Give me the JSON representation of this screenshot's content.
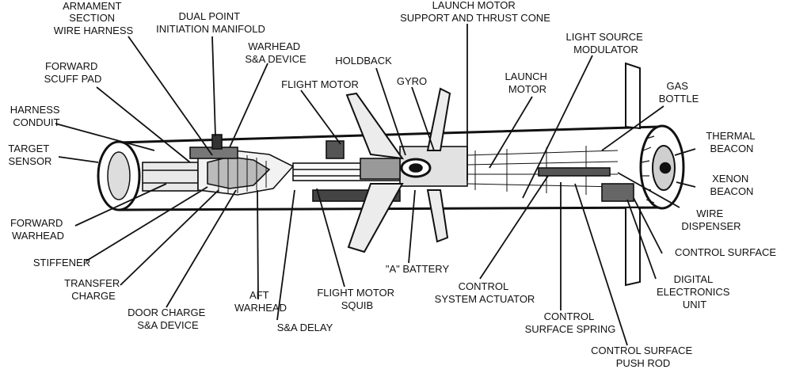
{
  "labels": {
    "armament_section": [
      "ARMAMENT",
      "SECTION",
      "WIRE HARNESS"
    ],
    "dual_point": [
      "DUAL POINT",
      "INITIATION MANIFOLD"
    ],
    "launch_motor_support": [
      "LAUNCH MOTOR",
      "SUPPORT AND THRUST CONE"
    ],
    "light_source": [
      "LIGHT SOURCE",
      "MODULATOR"
    ],
    "forward_scuff_pad": [
      "FORWARD",
      "SCUFF PAD"
    ],
    "warhead_sa": [
      "WARHEAD",
      "S&A DEVICE"
    ],
    "holdback": [
      "HOLDBACK"
    ],
    "gyro": [
      "GYRO"
    ],
    "flight_motor": [
      "FLIGHT MOTOR"
    ],
    "launch_motor": [
      "LAUNCH",
      "MOTOR"
    ],
    "gas_bottle": [
      "GAS",
      "BOTTLE"
    ],
    "harness_conduit": [
      "HARNESS",
      "CONDUIT"
    ],
    "target_sensor": [
      "TARGET",
      "SENSOR"
    ],
    "thermal_beacon": [
      "THERMAL",
      "BEACON"
    ],
    "xenon_beacon": [
      "XENON",
      "BEACON"
    ],
    "wire_dispenser": [
      "WIRE",
      "DISPENSER"
    ],
    "forward_warhead": [
      "FORWARD",
      "WARHEAD"
    ],
    "control_surface": [
      "CONTROL SURFACE"
    ],
    "stiffener": [
      "STIFFENER"
    ],
    "a_battery": [
      "\"A\" BATTERY"
    ],
    "transfer_charge": [
      "TRANSFER",
      "CHARGE"
    ],
    "digital_electronics": [
      "DIGITAL",
      "ELECTRONICS",
      "UNIT"
    ],
    "control_system_actuator": [
      "CONTROL",
      "SYSTEM ACTUATOR"
    ],
    "aft_warhead": [
      "AFT",
      "WARHEAD"
    ],
    "flight_motor_squib": [
      "FLIGHT MOTOR",
      "SQUIB"
    ],
    "door_charge": [
      "DOOR CHARGE",
      "S&A DEVICE"
    ],
    "control_surface_spring": [
      "CONTROL",
      "SURFACE SPRING"
    ],
    "sa_delay": [
      "S&A DELAY"
    ],
    "control_surface_push_rod": [
      "CONTROL SURFACE",
      "PUSH ROD"
    ]
  },
  "colors": {
    "ink": "#111111",
    "paper": "#ffffff"
  }
}
